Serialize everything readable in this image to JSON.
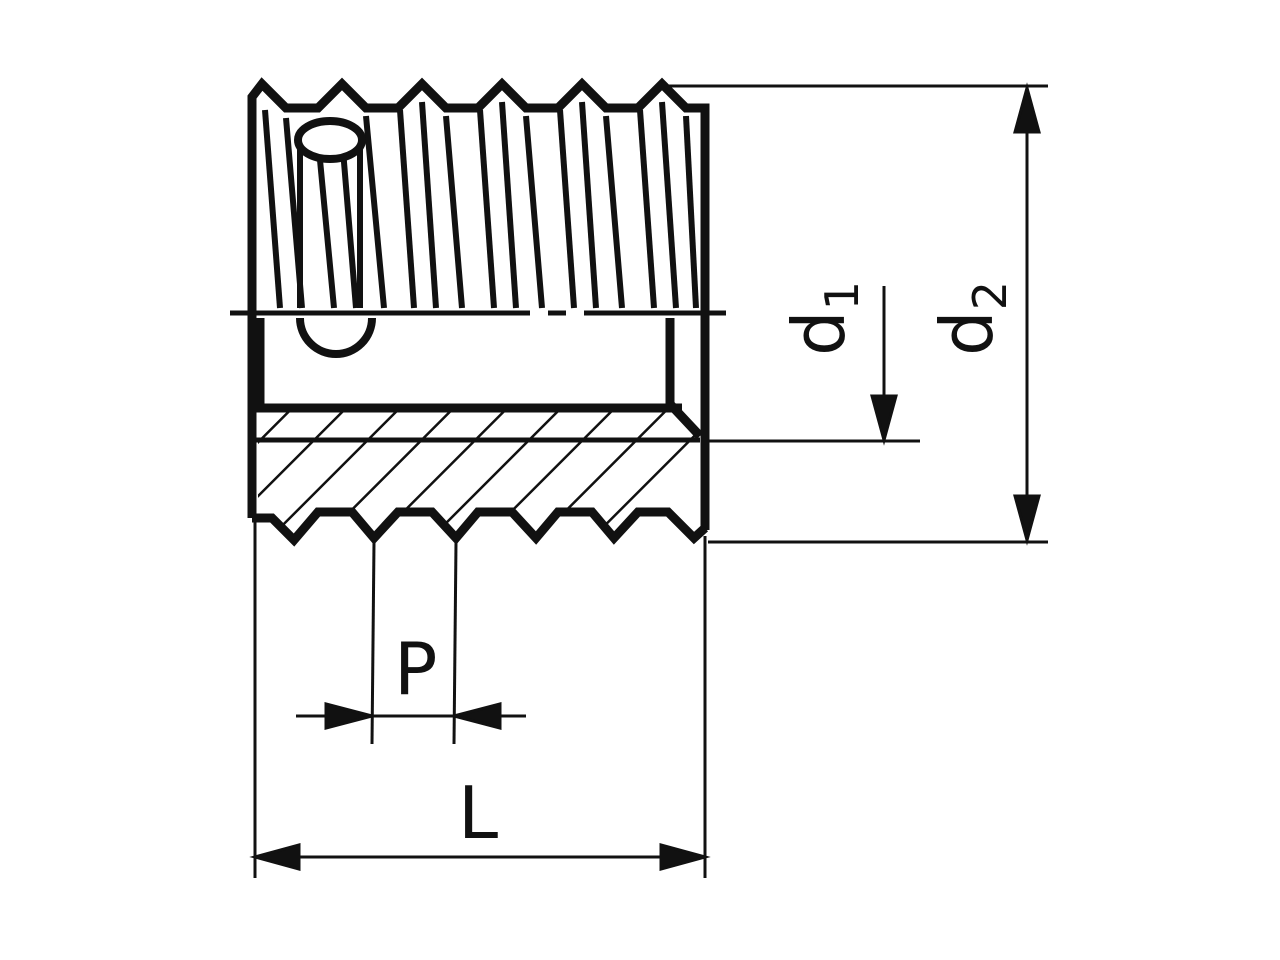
{
  "colors": {
    "ink": "#111111",
    "background": "#ffffff"
  },
  "labels": {
    "pitch": "P",
    "length": "L",
    "inner_diameter": "d",
    "inner_diameter_subscript": "1",
    "outer_diameter": "d",
    "outer_diameter_subscript": "2"
  }
}
